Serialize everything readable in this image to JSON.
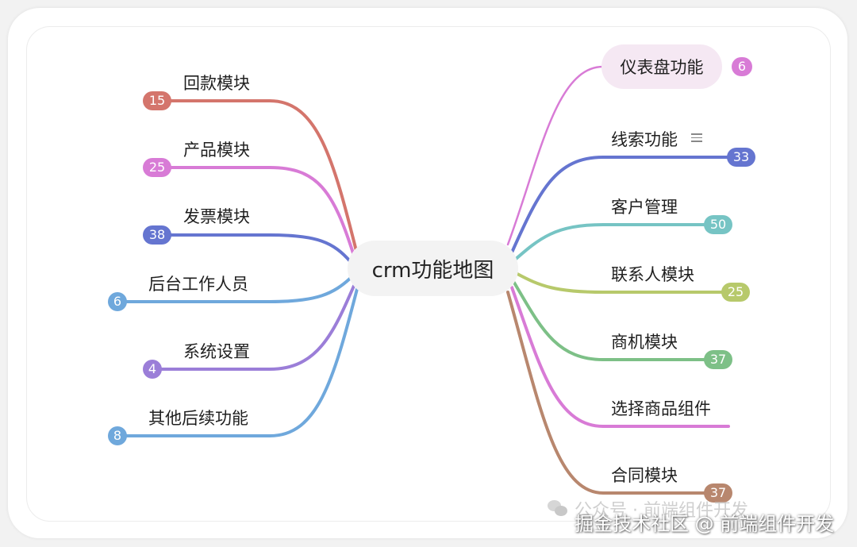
{
  "center": {
    "label": "crm功能地图"
  },
  "left_branches": [
    {
      "label": "回款模块",
      "count": "15",
      "color": "#d4756c"
    },
    {
      "label": "产品模块",
      "count": "25",
      "color": "#d87bd6"
    },
    {
      "label": "发票模块",
      "count": "38",
      "color": "#6575d0"
    },
    {
      "label": "后台工作人员",
      "count": "6",
      "color": "#6fa8dc"
    },
    {
      "label": "系统设置",
      "count": "4",
      "color": "#9b7ed8"
    },
    {
      "label": "其他后续功能",
      "count": "8",
      "color": "#6fa8dc"
    }
  ],
  "right_branches": [
    {
      "label": "仪表盘功能",
      "count": "6",
      "color": "#d87bd6"
    },
    {
      "label": "线索功能",
      "count": "33",
      "color": "#6575d0",
      "note_icon": "notes-icon"
    },
    {
      "label": "客户管理",
      "count": "50",
      "color": "#76c4c4"
    },
    {
      "label": "联系人模块",
      "count": "25",
      "color": "#b7c96b"
    },
    {
      "label": "商机模块",
      "count": "37",
      "color": "#7dc087"
    },
    {
      "label": "选择商品组件",
      "count": "",
      "color": "#d87bd6"
    },
    {
      "label": "合同模块",
      "count": "37",
      "color": "#b8876e"
    }
  ],
  "watermarks": {
    "wechat": "公众号 · 前端组件开发",
    "juejin": "掘金技术社区 @ 前端组件开发"
  }
}
